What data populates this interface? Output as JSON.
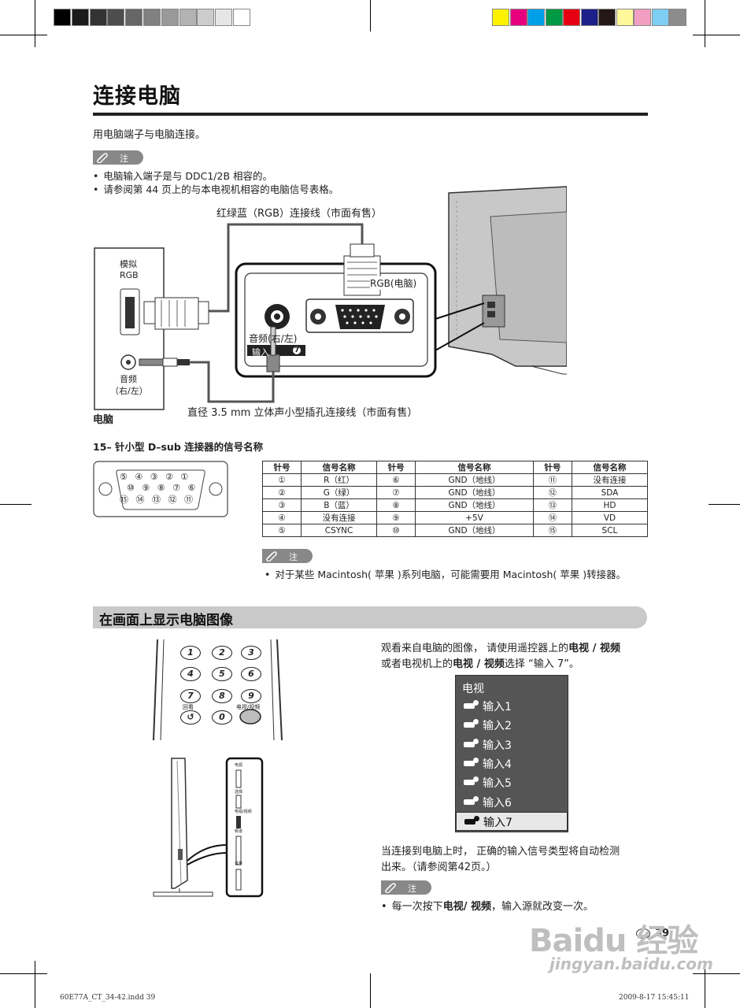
{
  "color_bar": {
    "grays": [
      "#000000",
      "#1b1b1b",
      "#333333",
      "#4d4d4d",
      "#666666",
      "#808080",
      "#999999",
      "#b3b3b3",
      "#cccccc",
      "#e6e6e6",
      "#ffffff"
    ],
    "colors": [
      "#fff200",
      "#e6007e",
      "#00a0e9",
      "#009944",
      "#e60012",
      "#1d2088",
      "#231815",
      "#fff799",
      "#f19ec2",
      "#7ecef4",
      "#8c8c8c"
    ]
  },
  "title": "连接电脑",
  "intro": "用电脑端子与电脑连接。",
  "note_label": "注",
  "notes_top": [
    "电脑输入端子是与 DDC1/2B 相容的。",
    "请参阅第 44 页上的与本电视机相容的电脑信号表格。"
  ],
  "diagram": {
    "rgb_cable_label": "红绿蓝（RGB）连接线（市面有售）",
    "pc_analog_rgb": "模拟",
    "pc_rgb": "RGB",
    "pc_audio": "音频",
    "pc_audio_lr": "（右/左）",
    "pc_label": "电脑",
    "panel_rgb_label": "RGB(电脑)",
    "panel_audio_label": "音频(右/左)",
    "panel_input_label": "输入",
    "panel_input_number": "7",
    "audio_cable_label": "直径 3.5 mm 立体声小型插孔连接线（市面有售）"
  },
  "dsub_heading": "15– 针小型 D–sub 连接器的信号名称",
  "dsub_pins": {
    "row1": [
      "⑤",
      "④",
      "③",
      "②",
      "①"
    ],
    "row2": [
      "⑩",
      "⑨",
      "⑧",
      "⑦",
      "⑥"
    ],
    "row3": [
      "⑮",
      "⑭",
      "⑬",
      "⑫",
      "⑪"
    ]
  },
  "pin_table": {
    "headers": [
      "针号",
      "信号名称",
      "针号",
      "信号名称",
      "针号",
      "信号名称"
    ],
    "rows": [
      [
        "①",
        "R（红）",
        "⑥",
        "GND（地线）",
        "⑪",
        "没有连接"
      ],
      [
        "②",
        "G（绿）",
        "⑦",
        "GND（地线）",
        "⑫",
        "SDA"
      ],
      [
        "③",
        "B（蓝）",
        "⑧",
        "GND（地线）",
        "⑬",
        "HD"
      ],
      [
        "④",
        "没有连接",
        "⑨",
        "+5V",
        "⑭",
        "VD"
      ],
      [
        "⑤",
        "CSYNC",
        "⑩",
        "GND（地线）",
        "⑮",
        "SCL"
      ]
    ]
  },
  "note_mac": "对于某些 Macintosh( 苹果 )系列电脑，可能需要用 Macintosh( 苹果 )转接器。",
  "section2_title": "在画面上显示电脑图像",
  "remote": {
    "keys": [
      "1",
      "2",
      "3",
      "4",
      "5",
      "6",
      "7",
      "8",
      "9",
      "0"
    ],
    "back_label": "回看",
    "tv_video_label": "电视/视频"
  },
  "tv_side_labels": [
    "电源",
    "选择",
    "电视/视频",
    "频道",
    "音量"
  ],
  "para1_a": "观看来自电脑的图像， 请使用遥控器上的",
  "para1_b": "电视 / 视频",
  "para1_c": "或者电视机上的",
  "para1_d": "电视 / 视频",
  "para1_e": "选择 “输入 7”。",
  "menu": {
    "title": "电视",
    "items": [
      "输入1",
      "输入2",
      "输入3",
      "输入4",
      "输入5",
      "输入6",
      "输入7"
    ],
    "selected_index": 6
  },
  "para2_line1": "当连接到电脑上时， 正确的输入信号类型将自动检测",
  "para2_line2": "出来。（请参阅第42页。）",
  "note_bottom_a": "每一次按下",
  "note_bottom_b": "电视/ 视频",
  "note_bottom_c": "，输入源就改变一次。",
  "page_number": "39",
  "footer_left": "60E77A_CT_34-42.indd   39",
  "footer_right": "2009-8-17   15:45:11",
  "watermark_main": "Baidu 经验",
  "watermark_url": "jingyan.baidu.com"
}
